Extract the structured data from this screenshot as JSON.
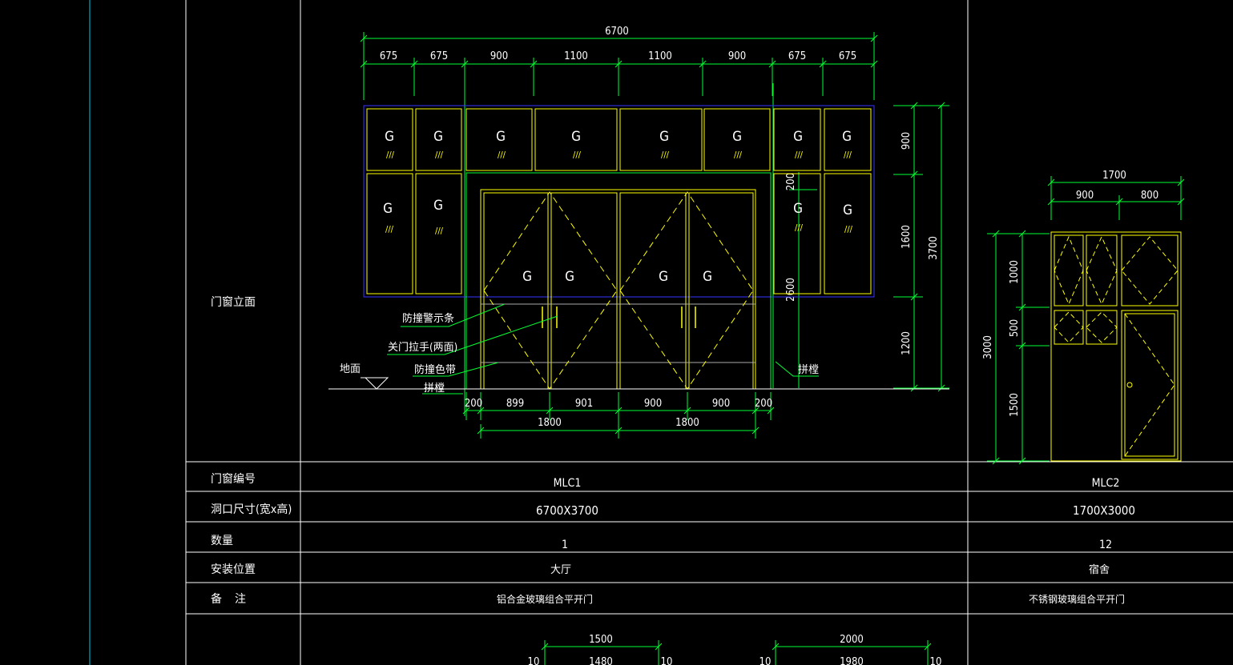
{
  "table": {
    "row_labels": {
      "elevation": "门窗立面",
      "code": "门窗编号",
      "size": "洞口尺寸(宽x高)",
      "qty": "数量",
      "location": "安装位置",
      "remark": "备    注"
    },
    "columns": [
      {
        "code": "MLC1",
        "size": "6700X3700",
        "qty": "1",
        "location": "大厅",
        "remark": "铝合金玻璃组合平开门"
      },
      {
        "code": "MLC2",
        "size": "1700X3000",
        "qty": "12",
        "location": "宿舍",
        "remark": "不锈钢玻璃组合平开门"
      }
    ]
  },
  "mlc1": {
    "total_width": "6700",
    "top_dims": [
      "675",
      "675",
      "900",
      "1100",
      "1100",
      "900",
      "675",
      "675"
    ],
    "bottom_dims": [
      "200",
      "899",
      "901",
      "900",
      "900",
      "200"
    ],
    "leaf_dims": [
      "1800",
      "1800"
    ],
    "right_dims": [
      "900",
      "1600",
      "1200"
    ],
    "total_height": "3700",
    "inner_dims": [
      "200",
      "2600"
    ],
    "glass_mark": "G",
    "glass_hatch": "///",
    "annotations": {
      "warning_strip": "防撞警示条",
      "handle": "关门拉手(两面)",
      "color_band": "防撞色带",
      "strip_left": "拼樘",
      "strip_right": "拼樘",
      "ground": "地面"
    }
  },
  "mlc2": {
    "total_width": "1700",
    "top_dims": [
      "900",
      "800"
    ],
    "left_dims": [
      "1000",
      "500",
      "1500"
    ],
    "total_height": "3000"
  },
  "lower": {
    "left": {
      "total": "1500",
      "sub": [
        "10",
        "1480",
        "10"
      ]
    },
    "right": {
      "total": "2000",
      "sub": [
        "10",
        "1980",
        "10"
      ]
    }
  }
}
